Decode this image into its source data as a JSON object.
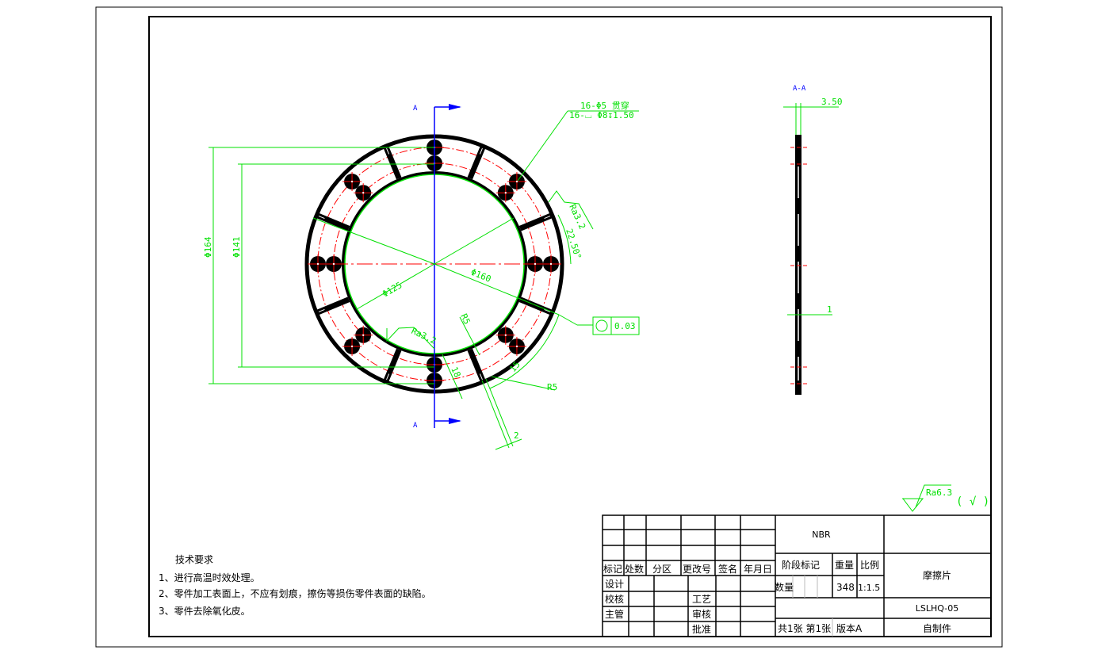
{
  "drawing": {
    "section_label": "A",
    "section_view_title": "A-A",
    "hole_note_1": "16-Φ5 贯穿",
    "hole_note_2": "16-⌴ Φ8↧1.50",
    "dim_outer": "Φ164",
    "dim_141": "Φ141",
    "dim_125": "Φ125",
    "dim_160": "Φ160",
    "angle": "22.50°",
    "roughness_1": "Ra3.2",
    "roughness_2": "Ra3.2",
    "roughness_general": "Ra6.3",
    "roughness_general_suffix": "( √ )",
    "tolerance_value": "0.03",
    "r5_a": "R5",
    "r5_b": "R5",
    "dim_18": "18",
    "dim_15": "15",
    "dim_2": "2",
    "thickness": "3.50",
    "dim_1": "1"
  },
  "tech_requirements": {
    "title": "技术要求",
    "items": [
      "1、进行高温时效处理。",
      "2、零件加工表面上，不应有划痕，擦伤等损伤零件表面的缺陷。",
      "3、零件去除氧化皮。"
    ]
  },
  "title_block": {
    "rev_headers": [
      "标记",
      "处数",
      "分区",
      "更改号",
      "签名",
      "年月日"
    ],
    "design": "设计",
    "check": "校核",
    "supervisor": "主管",
    "process": "工艺",
    "review": "审核",
    "approve": "批准",
    "material": "NBR",
    "stage_mark": "阶段标记",
    "weight_label": "重量",
    "scale_label": "比例",
    "quantity_label": "数量",
    "weight": "348",
    "scale": "1:1.5",
    "part_name": "摩擦片",
    "drawing_no": "LSLHQ-05",
    "sheets": "共1张 第1张",
    "version": "版本A",
    "make_type": "自制件"
  }
}
